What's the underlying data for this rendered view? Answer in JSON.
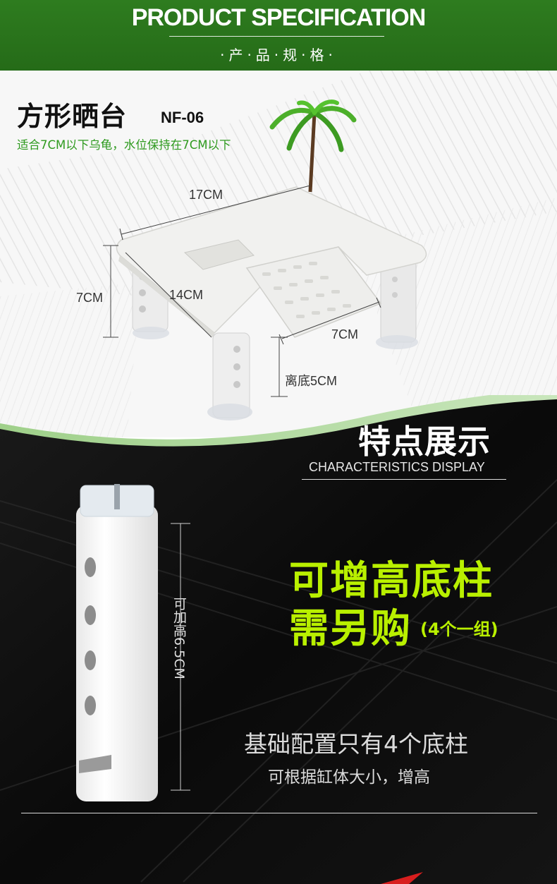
{
  "header": {
    "title": "PRODUCT SPECIFICATION",
    "subtitle": "·产·品·规·格·"
  },
  "product": {
    "name": "方形晒台",
    "model": "NF-06",
    "description": "适合7CM以下乌龟，水位保持在7CM以下"
  },
  "dimensions": {
    "length": "17CM",
    "width": "14CM",
    "height": "7CM",
    "ramp": "7CM",
    "clearance": "离底5CM"
  },
  "features": {
    "title": "特点展示",
    "subtitle": "CHARACTERISTICS DISPLAY",
    "headline_1": "可增高底柱",
    "headline_2": "需另购",
    "headline_2_note": "(4个一组)",
    "column_height_label": "可加高6.5CM",
    "base_text": "基础配置只有4个底柱",
    "base_subtext": "可根据缸体大小，增高"
  },
  "colors": {
    "header_green": "#2e7c1f",
    "desc_green": "#2e9a1e",
    "accent_lime": "#b9f000",
    "dark_bg": "#0c0c0c"
  }
}
